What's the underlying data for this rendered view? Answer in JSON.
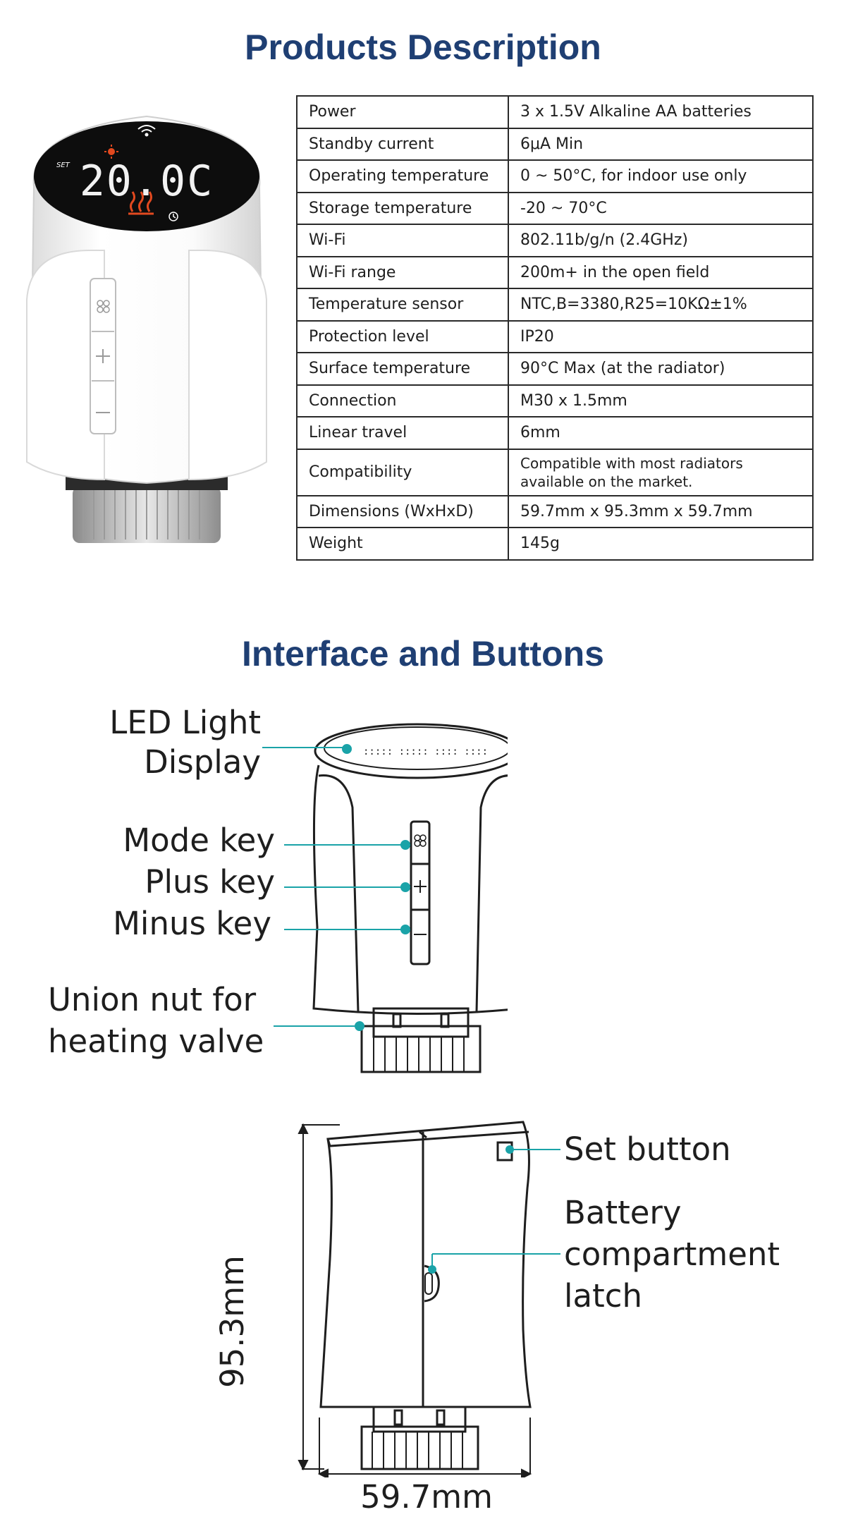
{
  "section1": {
    "title": "Products Description"
  },
  "product_display": {
    "reading": "20.0C",
    "set_label": "SET"
  },
  "specs": [
    {
      "label": "Power",
      "value": "3 x 1.5V Alkaline AA batteries"
    },
    {
      "label": "Standby current",
      "value": "6μA Min"
    },
    {
      "label": "Operating temperature",
      "value": "0 ~ 50°C, for indoor use only"
    },
    {
      "label": "Storage temperature",
      "value": "-20 ~ 70°C"
    },
    {
      "label": "Wi-Fi",
      "value": "802.11b/g/n (2.4GHz)"
    },
    {
      "label": "Wi-Fi range",
      "value": "200m+ in the open field"
    },
    {
      "label": "Temperature sensor",
      "value": "NTC,B=3380,R25=10KΩ±1%"
    },
    {
      "label": "Protection level",
      "value": "IP20"
    },
    {
      "label": "Surface temperature",
      "value": "90°C Max (at the radiator)"
    },
    {
      "label": "Connection",
      "value": "M30 x 1.5mm"
    },
    {
      "label": "Linear travel",
      "value": "6mm"
    },
    {
      "label": "Compatibility",
      "value": "Compatible with most radiators available on the market."
    },
    {
      "label": "Dimensions (WxHxD)",
      "value": "59.7mm x 95.3mm x 59.7mm"
    },
    {
      "label": "Weight",
      "value": "145g"
    }
  ],
  "section2": {
    "title": "Interface and Buttons",
    "labels": {
      "led_line1": "LED Light",
      "led_line2": "Display",
      "mode": "Mode key",
      "plus": "Plus key",
      "minus": "Minus key",
      "union_line1": "Union nut for",
      "union_line2": "heating valve",
      "set": "Set button",
      "battery_line1": "Battery",
      "battery_line2": "compartment",
      "battery_line3": "latch"
    },
    "dimensions": {
      "height": "95.3mm",
      "width": "59.7mm"
    }
  },
  "colors": {
    "title": "#1f3f73",
    "accent_teal": "#1aa3a8",
    "heat_orange": "#e2491f"
  },
  "icons": [
    "wifi-icon",
    "sun-icon",
    "heat-icon",
    "clock-icon",
    "mode-icon",
    "plus-icon",
    "minus-icon"
  ]
}
